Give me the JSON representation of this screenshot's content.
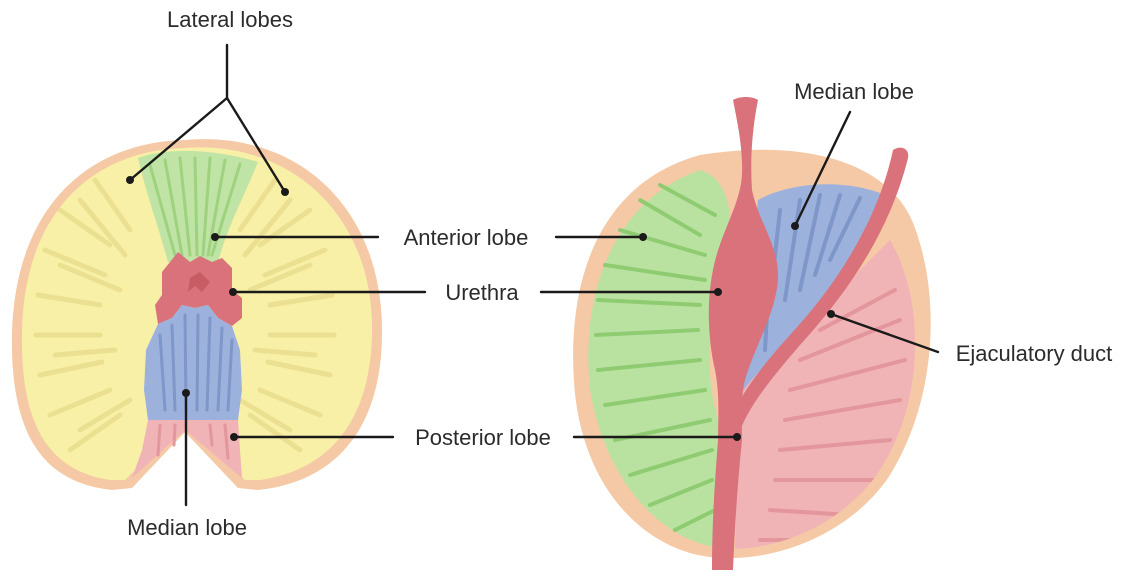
{
  "labels": {
    "lateral_lobes": "Lateral lobes",
    "anterior_lobe": "Anterior lobe",
    "urethra": "Urethra",
    "posterior_lobe": "Posterior lobe",
    "median_lobe_left": "Median lobe",
    "median_lobe_right": "Median lobe",
    "ejaculatory_duct": "Ejaculatory duct"
  },
  "colors": {
    "capsule": "#f5c9a6",
    "lateral_lobe": "#f8f0a6",
    "lateral_stripe": "#ede39a",
    "anterior_lobe": "#bfe4a6",
    "anterior_stripe": "#9ed27f",
    "urethra": "#d9727a",
    "median_lobe": "#9cb2dc",
    "median_stripe": "#7e97c8",
    "posterior_lobe": "#f0b3b6",
    "posterior_stripe": "#e3969b",
    "green_lobe": "#b9e2a0",
    "green_stripe": "#8fcb71",
    "leader_line": "#1a1a1a",
    "text": "#2b2b2b"
  }
}
